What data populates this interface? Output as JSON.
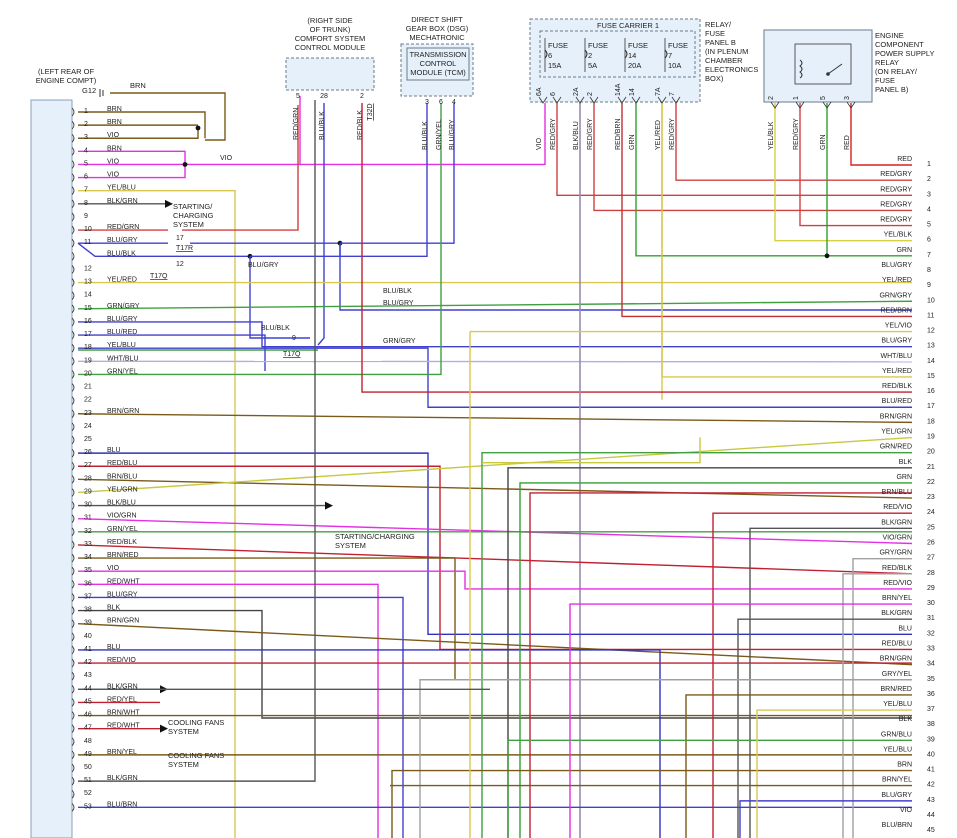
{
  "left_connector": {
    "title_lines": [
      "(LEFT REAR OF",
      "ENGINE COMPT)"
    ],
    "ground_label": "G12",
    "ground_wire": "BRN",
    "pins": [
      {
        "num": "1",
        "label": "BRN",
        "color": "#7a5a18"
      },
      {
        "num": "2",
        "label": "BRN",
        "color": "#7a5a18"
      },
      {
        "num": "3",
        "label": "VIO",
        "color": "#7a5a18"
      },
      {
        "num": "4",
        "label": "BRN",
        "color": "#e42fe4"
      },
      {
        "num": "5",
        "label": "VIO",
        "color": "#e42fe4"
      },
      {
        "num": "6",
        "label": "VIO",
        "color": "#e42fe4"
      },
      {
        "num": "7",
        "label": "YEL/BLU",
        "color": "#d8c850"
      },
      {
        "num": "8",
        "label": "BLK/GRN",
        "color": "#555555"
      },
      {
        "num": "9",
        "label": "",
        "color": ""
      },
      {
        "num": "10",
        "label": "RED/GRN",
        "color": "#d04040"
      },
      {
        "num": "11",
        "label": "BLU/GRY",
        "color": "#4040d0"
      },
      {
        "num": "",
        "label": "BLU/BLK",
        "color": "#4040d0"
      },
      {
        "num": "12",
        "label": "",
        "color": ""
      },
      {
        "num": "13",
        "label": "YEL/RED",
        "color": "#d8c850"
      },
      {
        "num": "14",
        "label": "",
        "color": ""
      },
      {
        "num": "15",
        "label": "GRN/GRY",
        "color": "#40a040"
      },
      {
        "num": "16",
        "label": "BLU/GRY",
        "color": "#4040d0"
      },
      {
        "num": "17",
        "label": "BLU/RED",
        "color": "#4040d0"
      },
      {
        "num": "18",
        "label": "YEL/BLU",
        "color": "#d8c850"
      },
      {
        "num": "19",
        "label": "WHT/BLU",
        "color": "#b0b0e0"
      },
      {
        "num": "20",
        "label": "GRN/YEL",
        "color": "#40a040"
      },
      {
        "num": "21",
        "label": "",
        "color": ""
      },
      {
        "num": "22",
        "label": "",
        "color": ""
      },
      {
        "num": "23",
        "label": "BRN/GRN",
        "color": "#7a5a18"
      },
      {
        "num": "24",
        "label": "",
        "color": ""
      },
      {
        "num": "25",
        "label": "",
        "color": ""
      },
      {
        "num": "26",
        "label": "BLU",
        "color": "#3030c0"
      },
      {
        "num": "27",
        "label": "RED/BLU",
        "color": "#c02030"
      },
      {
        "num": "28",
        "label": "BRN/BLU",
        "color": "#7a5a18"
      },
      {
        "num": "29",
        "label": "YEL/GRN",
        "color": "#c8c840"
      },
      {
        "num": "30",
        "label": "BLK/BLU",
        "color": "#555555"
      },
      {
        "num": "31",
        "label": "VIO/GRN",
        "color": "#e42fe4"
      },
      {
        "num": "32",
        "label": "GRN/YEL",
        "color": "#40a040"
      },
      {
        "num": "33",
        "label": "RED/BLK",
        "color": "#c02030"
      },
      {
        "num": "34",
        "label": "BRN/RED",
        "color": "#7a5a18"
      },
      {
        "num": "35",
        "label": "VIO",
        "color": "#e42fe4"
      },
      {
        "num": "36",
        "label": "RED/WHT",
        "color": "#c02030"
      },
      {
        "num": "37",
        "label": "BLU/GRY",
        "color": "#4040d0"
      },
      {
        "num": "38",
        "label": "BLK",
        "color": "#444444"
      },
      {
        "num": "39",
        "label": "BRN/GRN",
        "color": "#7a5a18"
      },
      {
        "num": "40",
        "label": "",
        "color": ""
      },
      {
        "num": "41",
        "label": "BLU",
        "color": "#3030c0"
      },
      {
        "num": "42",
        "label": "RED/VIO",
        "color": "#c02030"
      },
      {
        "num": "43",
        "label": "",
        "color": ""
      },
      {
        "num": "44",
        "label": "BLK/GRN",
        "color": "#555555"
      },
      {
        "num": "45",
        "label": "RED/YEL",
        "color": "#c02030"
      },
      {
        "num": "46",
        "label": "BRN/WHT",
        "color": "#7a5a18"
      },
      {
        "num": "47",
        "label": "RED/WHT",
        "color": "#c02030"
      },
      {
        "num": "48",
        "label": "",
        "color": ""
      },
      {
        "num": "49",
        "label": "BRN/YEL",
        "color": "#7a5a18"
      },
      {
        "num": "50",
        "label": "",
        "color": ""
      },
      {
        "num": "51",
        "label": "BLK/GRN",
        "color": "#555555"
      },
      {
        "num": "52",
        "label": "",
        "color": ""
      },
      {
        "num": "53",
        "label": "BLU/BRN",
        "color": "#4040d0"
      }
    ]
  },
  "comfort_module": {
    "title_lines": [
      "(RIGHT SIDE",
      "OF TRUNK)",
      "COMFORT SYSTEM",
      "CONTROL MODULE"
    ],
    "pins": [
      "5",
      "28",
      "2"
    ],
    "wires": [
      "RED/GRN",
      "BLU/BLK",
      "RED/BLK"
    ],
    "connector_ref": "T32D"
  },
  "dsg": {
    "title_lines": [
      "DIRECT SHIFT",
      "GEAR BOX (DSG)",
      "MECHATRONIC"
    ],
    "tcm_lines": [
      "TRANSMISSION",
      "CONTROL",
      "MODULE (TCM)"
    ],
    "pins": [
      "3",
      "6",
      "4"
    ],
    "wires": [
      "BLU/BLK",
      "GRN/YEL",
      "BLU/GRY"
    ]
  },
  "fuse_carrier": {
    "title": "FUSE CARRIER 1",
    "side_label_lines": [
      "RELAY/",
      "FUSE",
      "PANEL B",
      "(IN PLENUM",
      "CHAMBER",
      "ELECTRONICS",
      "BOX)"
    ],
    "fuses": [
      {
        "name": "FUSE",
        "num": "6",
        "amps": "15A"
      },
      {
        "name": "FUSE",
        "num": "2",
        "amps": "5A"
      },
      {
        "name": "FUSE",
        "num": "14",
        "amps": "20A"
      },
      {
        "name": "FUSE",
        "num": "7",
        "amps": "10A"
      }
    ],
    "pins": [
      "6A",
      "6",
      "2A",
      "2",
      "14A",
      "14",
      "7A",
      "7"
    ],
    "wires": [
      "VIO",
      "RED/GRY",
      "BLK/BLU",
      "RED/GRY",
      "RED/BRN",
      "GRN",
      "YEL/RED",
      "RED/GRY"
    ]
  },
  "relay": {
    "title_lines": [
      "ENGINE",
      "COMPONENT",
      "POWER SUPPLY",
      "RELAY",
      "(ON RELAY/",
      "FUSE",
      "PANEL B)"
    ],
    "pins": [
      "2",
      "1",
      "5",
      "3"
    ],
    "wires": [
      "YEL/BLK",
      "RED/GRY",
      "GRN",
      "RED"
    ]
  },
  "splices": {
    "t17r": "T17R",
    "t17q_a": "T17Q",
    "t17q_b": "T17Q",
    "pin17": "17",
    "pin12": "12",
    "pin9": "9",
    "blu_gry_label": "BLU/GRY",
    "blu_blk_label": "BLU/BLK",
    "blu_blk_label2": "BLU/BLK",
    "blu_gry_label2": "BLU/GRY",
    "grn_gry_label": "GRN/GRY",
    "vio_label": "VIO"
  },
  "references": {
    "starting_charging_1": [
      "STARTING/",
      "CHARGING",
      "SYSTEM"
    ],
    "starting_charging_2": [
      "STARTING/CHARGING",
      "SYSTEM"
    ],
    "cooling_fans_1": [
      "COOLING FANS",
      "SYSTEM"
    ],
    "cooling_fans_2": [
      "COOLING FANS",
      "SYSTEM"
    ]
  },
  "right_wires": [
    {
      "num": "1",
      "label": "RED",
      "color": "#d82020"
    },
    {
      "num": "2",
      "label": "RED/GRY",
      "color": "#d04040"
    },
    {
      "num": "3",
      "label": "RED/GRY",
      "color": "#d04040"
    },
    {
      "num": "4",
      "label": "RED/GRY",
      "color": "#d04040"
    },
    {
      "num": "5",
      "label": "RED/GRY",
      "color": "#d04040"
    },
    {
      "num": "6",
      "label": "YEL/BLK",
      "color": "#d8d040"
    },
    {
      "num": "7",
      "label": "GRN",
      "color": "#30a030"
    },
    {
      "num": "8",
      "label": "BLU/GRY",
      "color": "#4040d0"
    },
    {
      "num": "9",
      "label": "YEL/RED",
      "color": "#d8c850"
    },
    {
      "num": "10",
      "label": "GRN/GRY",
      "color": "#40a040"
    },
    {
      "num": "11",
      "label": "RED/BRN",
      "color": "#c03030"
    },
    {
      "num": "12",
      "label": "YEL/VIO",
      "color": "#d8c850"
    },
    {
      "num": "13",
      "label": "BLU/GRY",
      "color": "#4040d0"
    },
    {
      "num": "14",
      "label": "WHT/BLU",
      "color": "#b0b0e0"
    },
    {
      "num": "15",
      "label": "YEL/RED",
      "color": "#d8c850"
    },
    {
      "num": "16",
      "label": "RED/BLK",
      "color": "#c02030"
    },
    {
      "num": "17",
      "label": "BLU/RED",
      "color": "#4040d0"
    },
    {
      "num": "18",
      "label": "BRN/GRN",
      "color": "#7a5a18"
    },
    {
      "num": "19",
      "label": "YEL/GRN",
      "color": "#c8c840"
    },
    {
      "num": "20",
      "label": "GRN/RED",
      "color": "#40a040"
    },
    {
      "num": "21",
      "label": "BLK",
      "color": "#444444"
    },
    {
      "num": "22",
      "label": "GRN",
      "color": "#30a030"
    },
    {
      "num": "23",
      "label": "BRN/BLU",
      "color": "#7a5a18"
    },
    {
      "num": "24",
      "label": "RED/VIO",
      "color": "#c02030"
    },
    {
      "num": "25",
      "label": "BLK/GRN",
      "color": "#555555"
    },
    {
      "num": "26",
      "label": "VIO/GRN",
      "color": "#e42fe4"
    },
    {
      "num": "27",
      "label": "GRY/GRN",
      "color": "#a0a0a0"
    },
    {
      "num": "28",
      "label": "RED/BLK",
      "color": "#c02030"
    },
    {
      "num": "29",
      "label": "RED/VIO",
      "color": "#c02030"
    },
    {
      "num": "30",
      "label": "BRN/YEL",
      "color": "#7a5a18"
    },
    {
      "num": "31",
      "label": "BLK/GRN",
      "color": "#555555"
    },
    {
      "num": "32",
      "label": "BLU",
      "color": "#3030c0"
    },
    {
      "num": "33",
      "label": "RED/BLU",
      "color": "#c02030"
    },
    {
      "num": "34",
      "label": "BRN/GRN",
      "color": "#7a5a18"
    },
    {
      "num": "35",
      "label": "GRY/YEL",
      "color": "#a0a0a0"
    },
    {
      "num": "36",
      "label": "BRN/RED",
      "color": "#7a5a18"
    },
    {
      "num": "37",
      "label": "YEL/BLU",
      "color": "#d8c850"
    },
    {
      "num": "38",
      "label": "BLK",
      "color": "#444444"
    },
    {
      "num": "39",
      "label": "GRN/BLU",
      "color": "#40a040"
    },
    {
      "num": "40",
      "label": "YEL/BLU",
      "color": "#d8c850"
    },
    {
      "num": "41",
      "label": "BRN",
      "color": "#7a5a18"
    },
    {
      "num": "42",
      "label": "BRN/YEL",
      "color": "#7a5a18"
    },
    {
      "num": "43",
      "label": "BLU/GRY",
      "color": "#4040d0"
    },
    {
      "num": "44",
      "label": "VIO",
      "color": "#e42fe4"
    },
    {
      "num": "45",
      "label": "BLU/BRN",
      "color": "#4040d0"
    }
  ]
}
